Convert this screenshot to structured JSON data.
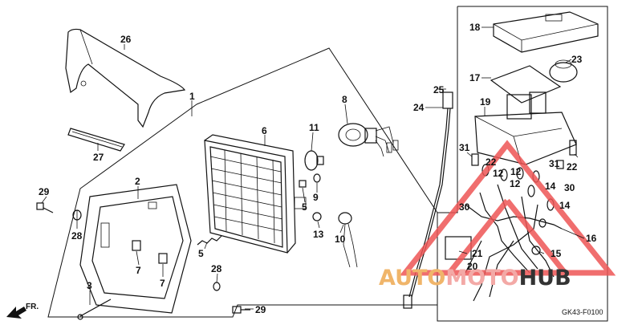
{
  "diagram": {
    "code": "GK43-F0100",
    "direction_label": "FR.",
    "watermark": {
      "part1": "AUTO",
      "part2": "MOTO",
      "part3": "HUB",
      "color1": "#f0b56a",
      "color2": "#f3a9a6",
      "color3": "#333333",
      "logo_color": "#ee5555"
    },
    "callouts": {
      "c1": "1",
      "c2": "2",
      "c3": "3",
      "c5": "5",
      "c6": "6",
      "c7a": "7",
      "c7b": "7",
      "c8": "8",
      "c9": "9",
      "c10": "10",
      "c11": "11",
      "c12a": "12",
      "c12b": "12",
      "c12c": "12",
      "c13": "13",
      "c14a": "14",
      "c14b": "14",
      "c15": "15",
      "c16": "16",
      "c17": "17",
      "c18": "18",
      "c19": "19",
      "c20": "20",
      "c21": "21",
      "c22a": "22",
      "c22b": "22",
      "c23": "23",
      "c24": "24",
      "c25": "25",
      "c26": "26",
      "c27": "27",
      "c28a": "28",
      "c28b": "28",
      "c29a": "29",
      "c29b": "29",
      "c30a": "30",
      "c30b": "30",
      "c31a": "31",
      "c31b": "31"
    }
  }
}
